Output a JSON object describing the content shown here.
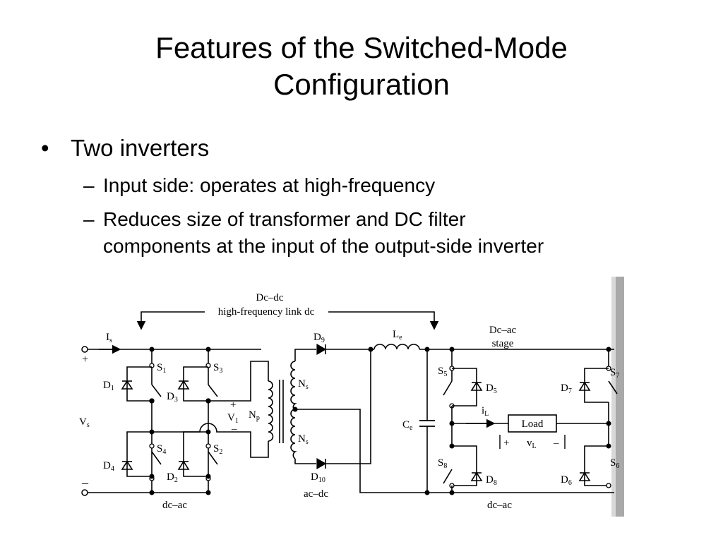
{
  "slide": {
    "title_line1": "Features of the Switched-Mode",
    "title_line2": "Configuration",
    "bullet_symbol": "•",
    "dash_symbol": "–",
    "bullets": [
      {
        "text": "Two inverters",
        "subitems": [
          {
            "line1": "Input side: operates at high-frequency",
            "line2": ""
          },
          {
            "line1": "Reduces size of transformer and DC filter",
            "line2": "components at the input of the output-side inverter"
          }
        ]
      }
    ]
  },
  "diagram": {
    "top_label_1": "Dc–dc",
    "top_label_2": "high-frequency link dc",
    "dcac_stage_1": "Dc–ac",
    "dcac_stage_2": "stage",
    "bottom_left": "dc–ac",
    "bottom_mid": "ac–dc",
    "bottom_right": "dc–ac",
    "input_current": "I",
    "input_current_sub": "s",
    "source_voltage": "V",
    "source_voltage_sub": "s",
    "plus": "+",
    "minus": "–",
    "v1": "V",
    "v1_sub": "1",
    "np": "N",
    "np_sub": "p",
    "ns_top": "N",
    "ns_top_sub": "s",
    "ns_bottom": "N",
    "ns_bottom_sub": "s",
    "inductor": "L",
    "inductor_sub": "e",
    "capacitor": "C",
    "capacitor_sub": "e",
    "load": "Load",
    "load_current": "i",
    "load_current_sub": "L",
    "load_voltage": "v",
    "load_voltage_sub": "L",
    "switches": {
      "s1": "S",
      "s1_sub": "1",
      "s2": "S",
      "s2_sub": "2",
      "s3": "S",
      "s3_sub": "3",
      "s4": "S",
      "s4_sub": "4",
      "s5": "S",
      "s5_sub": "5",
      "s6": "S",
      "s6_sub": "6",
      "s7": "S",
      "s7_sub": "7",
      "s8": "S",
      "s8_sub": "8"
    },
    "diodes": {
      "d1": "D",
      "d1_sub": "1",
      "d2": "D",
      "d2_sub": "2",
      "d3": "D",
      "d3_sub": "3",
      "d4": "D",
      "d4_sub": "4",
      "d5": "D",
      "d5_sub": "5",
      "d6": "D",
      "d6_sub": "6",
      "d7": "D",
      "d7_sub": "7",
      "d8": "D",
      "d8_sub": "8",
      "d9": "D",
      "d9_sub": "9",
      "d10": "D",
      "d10_sub": "10"
    }
  }
}
